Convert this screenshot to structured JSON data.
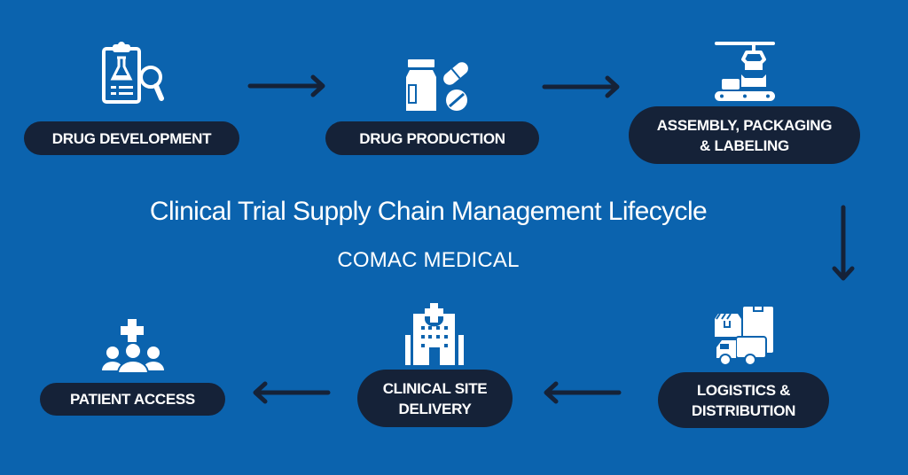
{
  "title": "Clinical Trial Supply Chain Management Lifecycle",
  "brand": "COMAC MEDICAL",
  "colors": {
    "background": "#0b63ae",
    "pill": "#152238",
    "arrow": "#152238",
    "icon": "#ffffff",
    "text": "#ffffff"
  },
  "stages": [
    {
      "label": "DRUG DEVELOPMENT",
      "icon": "clipboard-flask-magnifier-icon"
    },
    {
      "label": "DRUG PRODUCTION",
      "icon": "medicine-bottle-pills-icon"
    },
    {
      "label": "ASSEMBLY, PACKAGING\n& LABELING",
      "icon": "assembly-line-robot-arm-icon"
    },
    {
      "label": "LOGISTICS &\nDISTRIBUTION",
      "icon": "delivery-truck-boxes-icon"
    },
    {
      "label": "CLINICAL SITE\nDELIVERY",
      "icon": "hospital-building-icon"
    },
    {
      "label": "PATIENT ACCESS",
      "icon": "patients-group-cross-icon"
    }
  ],
  "flow": [
    "right",
    "right",
    "down",
    "left",
    "left"
  ]
}
